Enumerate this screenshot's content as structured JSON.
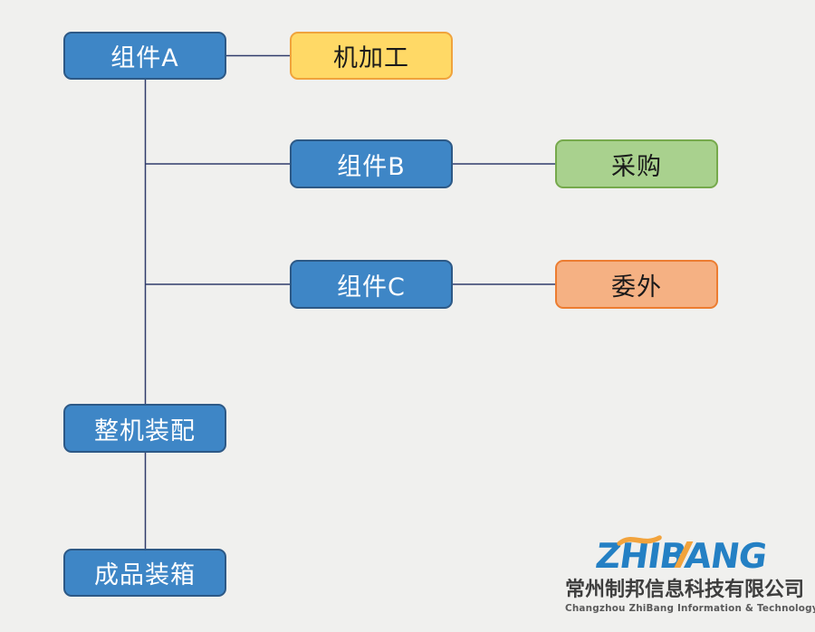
{
  "diagram": {
    "type": "process-flow",
    "nodes": {
      "comp_a": {
        "label": "组件A",
        "style": "blue"
      },
      "machining": {
        "label": "机加工",
        "style": "yellow"
      },
      "comp_b": {
        "label": "组件B",
        "style": "blue"
      },
      "purchase": {
        "label": "采购",
        "style": "green"
      },
      "comp_c": {
        "label": "组件C",
        "style": "blue"
      },
      "outsource": {
        "label": "委外",
        "style": "orange"
      },
      "assembly": {
        "label": "整机装配",
        "style": "blue"
      },
      "packing": {
        "label": "成品装箱",
        "style": "blue"
      }
    },
    "edges": [
      {
        "from": "组件A",
        "to": "机加工"
      },
      {
        "from": "组件A",
        "to": "组件B"
      },
      {
        "from": "组件B",
        "to": "采购"
      },
      {
        "from": "组件A",
        "to": "组件C"
      },
      {
        "from": "组件C",
        "to": "委外"
      },
      {
        "from": "组件A",
        "to": "整机装配"
      },
      {
        "from": "整机装配",
        "to": "成品装箱"
      }
    ]
  },
  "branding": {
    "logo_text": "ZHIBANG",
    "company_cn": "常州制邦信息科技有限公司",
    "company_en": "Changzhou ZhiBang Information & Technology Co.,Ltd"
  },
  "colors": {
    "bg": "#f0f0ee",
    "blue_fill": "#3e86c6",
    "blue_border": "#2d5986",
    "yellow_fill": "#ffd966",
    "yellow_border": "#f0a33c",
    "green_fill": "#a9d18e",
    "green_border": "#76a94c",
    "orange_fill": "#f5b183",
    "orange_border": "#ec7d31",
    "connector": "#303c6b",
    "box_text_light": "#ffffff",
    "box_text_dark": "#1a1a1a",
    "logo_blue": "#2480c4",
    "logo_orange": "#f2a33c",
    "company_cn_color": "#3d3d3d",
    "company_en_color": "#5a5a5a"
  }
}
